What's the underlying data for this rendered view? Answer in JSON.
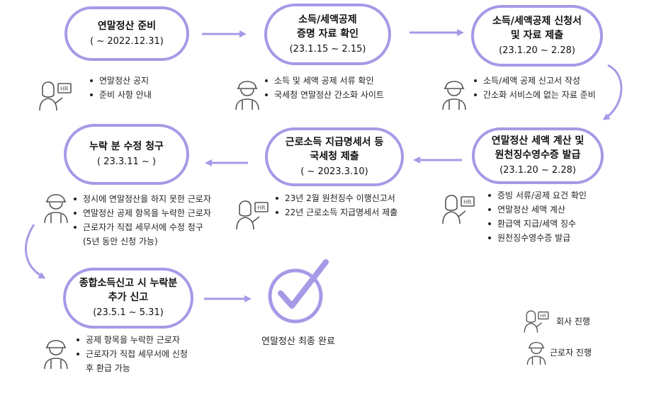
{
  "steps": [
    {
      "title": [
        "연말정산 준비"
      ],
      "date": "( ~ 2022.12.31)",
      "items": [
        "연말정산 공지",
        "준비 사항 안내"
      ],
      "actor": "company"
    },
    {
      "title": [
        "소득/세액공제",
        "증명 자료 확인"
      ],
      "date": "(23.1.15 ~ 2.15)",
      "items": [
        "소득 및 세액 공제 서류 확인",
        "국세청 연말정산 간소화 사이트"
      ],
      "actor": "worker"
    },
    {
      "title": [
        "소득/세액공제 신청서",
        "및 자료 제출"
      ],
      "date": "(23.1.20 ~ 2.28)",
      "items": [
        "소득/세액 공제 신고서 작성",
        "간소화 서비스에 없는 자료 준비"
      ],
      "actor": "worker"
    },
    {
      "title": [
        "연말정산 세액 계산 및",
        "원천징수영수증 발급"
      ],
      "date": "(23.1.20 ~ 2.28)",
      "items": [
        "증빙 서류/공제 요건 확인",
        "연말정산 세액 계산",
        "환급액 지급/세액 징수",
        "원천징수영수증 발급"
      ],
      "actor": "company"
    },
    {
      "title": [
        "근로소득 지급명세서 등",
        "국세청 제출"
      ],
      "date": "( ~ 2023.3.10)",
      "items": [
        "23년 2월 원천징수 이행신고서",
        "22년 근로소득 지급명세서 제출"
      ],
      "actor": "company"
    },
    {
      "title": [
        "누락 분 수정 청구"
      ],
      "date": "( 23.3.11 ~ )",
      "items": [
        "정시에 연말정산을 하지 못한 근로자",
        "연말정산 공제 항목을 누락한 근로자",
        "근로자가 직접 세무서에 수정 청구"
      ],
      "note": "(5년 동안 신청 가능)",
      "actor": "worker"
    },
    {
      "title": [
        "종합소득신고 시 누락분",
        "추가 신고"
      ],
      "date": "(23.5.1 ~ 5.31)",
      "items": [
        "공제 항목을 누락한 근로자",
        "근로자가 직접 세무서에 신청"
      ],
      "note": "후 환급 가능",
      "actor": "worker"
    }
  ],
  "final": {
    "label": "연말정산 최종 완료",
    "icon": "checkmark-icon"
  },
  "legend": [
    {
      "icon": "hr-staff-icon",
      "label": "회사 진행"
    },
    {
      "icon": "worker-helmet-icon",
      "label": "근로자 진행"
    }
  ],
  "colors": {
    "accent": "#a59ae6",
    "text": "#222222",
    "icon": "#555555"
  }
}
